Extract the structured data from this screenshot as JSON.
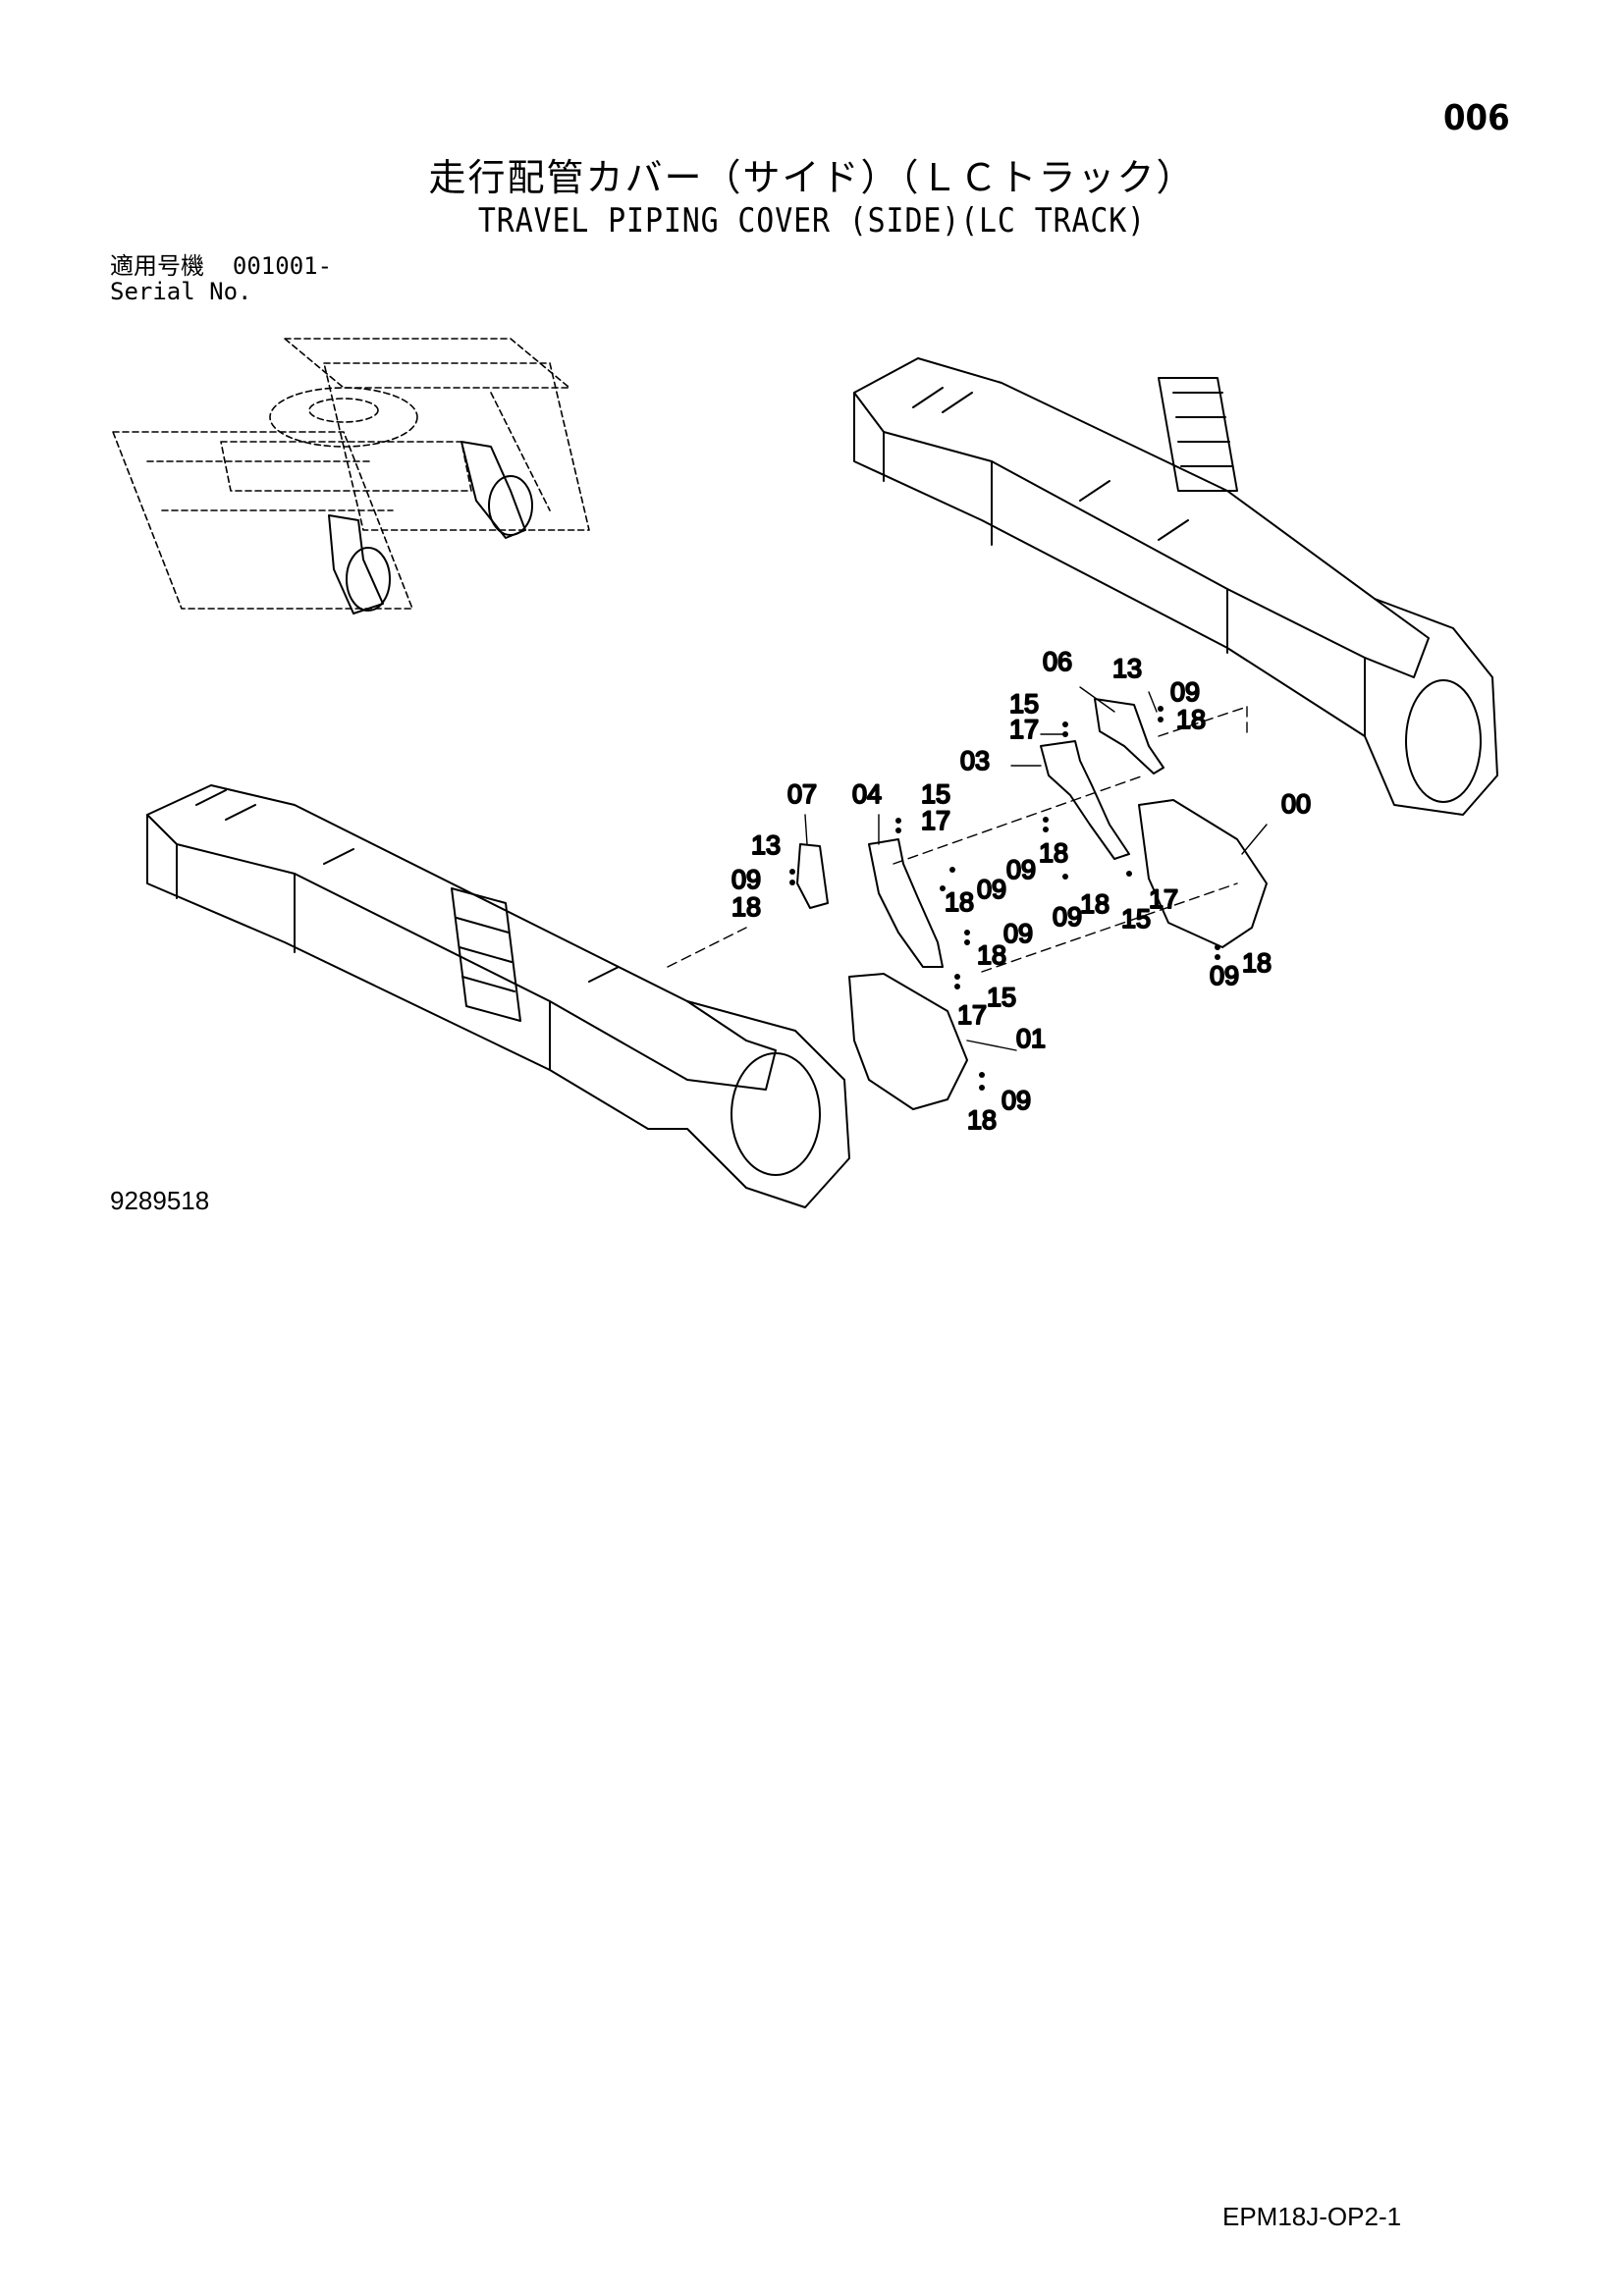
{
  "page": {
    "page_number": "006",
    "title_jp": "走行配管カバー（サイド）（ＬＣトラック）",
    "title_en": "TRAVEL PIPING COVER (SIDE)(LC TRACK)",
    "serial_label_jp": "適用号機",
    "serial_value": "001001-",
    "serial_label_en": "Serial No.",
    "figure_number": "9289518",
    "doc_code": "EPM18J-OP2-1"
  },
  "callouts": [
    {
      "id": "c06",
      "text": "06"
    },
    {
      "id": "c13a",
      "text": "13"
    },
    {
      "id": "c09a",
      "text": "09"
    },
    {
      "id": "c18a",
      "text": "18"
    },
    {
      "id": "c15a",
      "text": "15"
    },
    {
      "id": "c17a",
      "text": "17"
    },
    {
      "id": "c03",
      "text": "03"
    },
    {
      "id": "c07",
      "text": "07"
    },
    {
      "id": "c04",
      "text": "04"
    },
    {
      "id": "c15b",
      "text": "15"
    },
    {
      "id": "c17b",
      "text": "17"
    },
    {
      "id": "c00",
      "text": "00"
    },
    {
      "id": "c13b",
      "text": "13"
    },
    {
      "id": "c09b",
      "text": "09"
    },
    {
      "id": "c18b",
      "text": "18"
    },
    {
      "id": "c09c",
      "text": "09"
    },
    {
      "id": "c18c",
      "text": "18"
    },
    {
      "id": "c18d",
      "text": "18"
    },
    {
      "id": "c09d",
      "text": "09"
    },
    {
      "id": "c09e",
      "text": "09"
    },
    {
      "id": "c18e",
      "text": "18"
    },
    {
      "id": "c15c",
      "text": "15"
    },
    {
      "id": "c17c",
      "text": "17"
    },
    {
      "id": "c09f",
      "text": "09"
    },
    {
      "id": "c18f",
      "text": "18"
    },
    {
      "id": "c09g",
      "text": "09"
    },
    {
      "id": "c18g",
      "text": "18"
    },
    {
      "id": "c15d",
      "text": "15"
    },
    {
      "id": "c17d",
      "text": "17"
    },
    {
      "id": "c01",
      "text": "01"
    },
    {
      "id": "c18h",
      "text": "18"
    },
    {
      "id": "c09h",
      "text": "09"
    }
  ]
}
